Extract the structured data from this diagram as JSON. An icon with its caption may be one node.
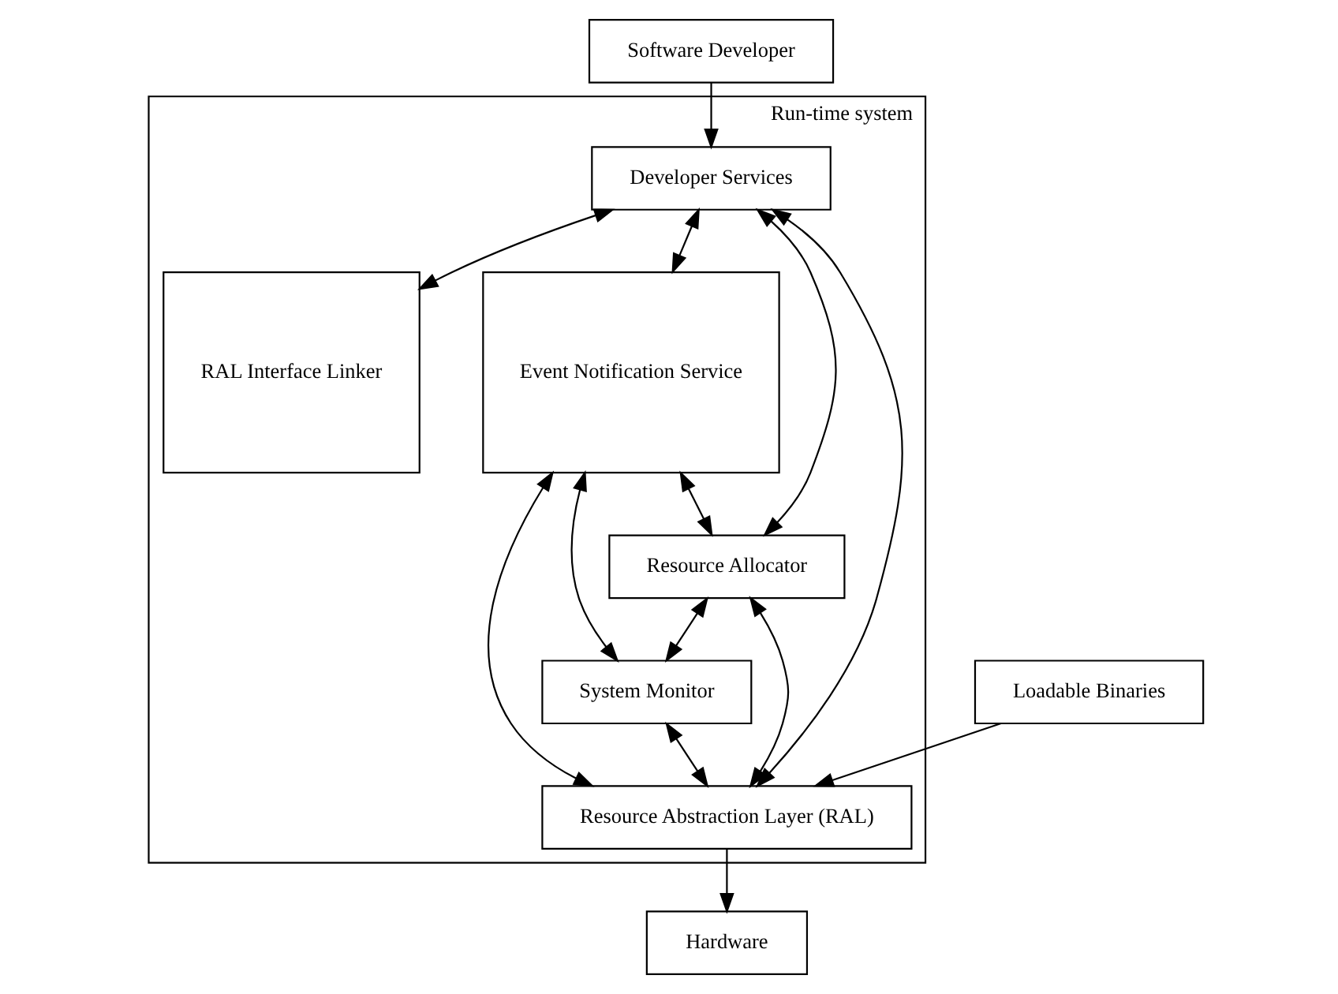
{
  "diagram": {
    "nodes": [
      {
        "text": [
          "Software Developer"
        ]
      },
      {
        "text": [
          "Loadable Binaries"
        ]
      },
      {
        "text": [
          "Run-time system"
        ]
      },
      {
        "text": [
          "Developer Services"
        ],
        "in": 2
      },
      {
        "text": [
          "RAL Interface Linker"
        ],
        "in": 2
      },
      {
        "text": [
          "Event Notification Service"
        ],
        "in": 2
      },
      {
        "text": [
          "Resource Allocator"
        ],
        "in": 2
      },
      {
        "text": [
          "System Monitor"
        ],
        "in": 2
      },
      {
        "text": [
          "Resource Abstraction Layer (RAL)"
        ],
        "in": 2
      },
      {
        "text": [
          "Hardware"
        ]
      }
    ],
    "edges": [
      {
        "from": 0,
        "to": 3,
        "arrow": "to"
      },
      {
        "from": 3,
        "to": 4,
        "arrow": "both"
      },
      {
        "from": 3,
        "to": 5,
        "arrow": "both"
      },
      {
        "from": 3,
        "to": 6,
        "arrow": "both"
      },
      {
        "from": 3,
        "to": 8,
        "arrow": "both"
      },
      {
        "from": 1,
        "to": 8,
        "arrow": "to"
      },
      {
        "from": 5,
        "to": 6,
        "arrow": "both"
      },
      {
        "from": 5,
        "to": 7,
        "arrow": "both"
      },
      {
        "from": 5,
        "to": 8,
        "arrow": "both"
      },
      {
        "from": 6,
        "to": 7,
        "arrow": "both"
      },
      {
        "from": 7,
        "to": 8,
        "arrow": "both"
      },
      {
        "from": 6,
        "to": 8,
        "arrow": "both"
      },
      {
        "from": 8,
        "to": 9,
        "arrow": "to"
      }
    ]
  }
}
